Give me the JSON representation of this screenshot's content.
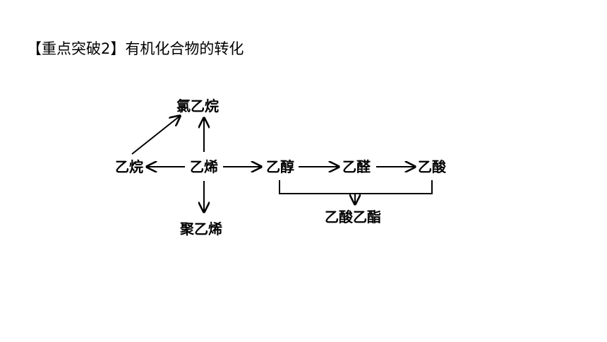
{
  "slide": {
    "title": "【重点突破2】有机化合物的转化"
  },
  "diagram": {
    "nodes": {
      "chloroethane": "氯乙烷",
      "ethane": "乙烷",
      "ethylene": "乙烯",
      "polyethylene": "聚乙烯",
      "ethanol": "乙醇",
      "acetaldehyde": "乙醛",
      "acetic_acid": "乙酸",
      "ethyl_acetate": "乙酸乙酯"
    },
    "edges": [
      {
        "from": "ethane",
        "to": "chloroethane"
      },
      {
        "from": "ethylene",
        "to": "chloroethane"
      },
      {
        "from": "ethylene",
        "to": "ethane"
      },
      {
        "from": "ethylene",
        "to": "polyethylene"
      },
      {
        "from": "ethylene",
        "to": "ethanol"
      },
      {
        "from": "ethanol",
        "to": "acetaldehyde"
      },
      {
        "from": "acetaldehyde",
        "to": "acetic_acid"
      },
      {
        "from": "ethanol",
        "to": "ethyl_acetate"
      },
      {
        "from": "acetic_acid",
        "to": "ethyl_acetate"
      }
    ]
  }
}
